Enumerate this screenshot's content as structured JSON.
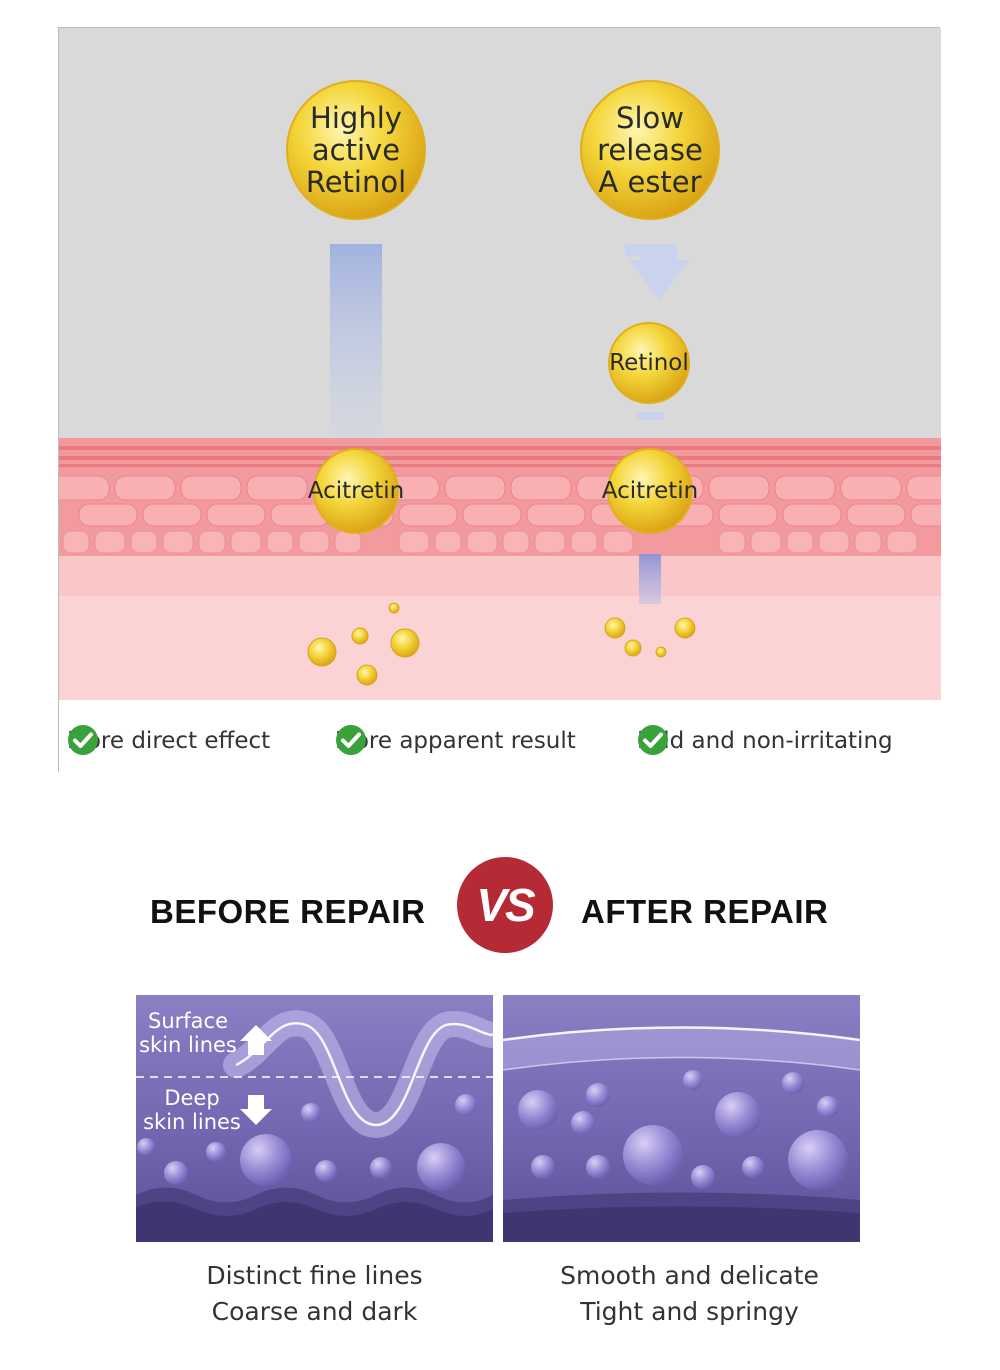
{
  "diagram": {
    "left_column": {
      "top_bubble": "Highly\nactive\nRetinol",
      "skin_bubble": "Acitretin"
    },
    "right_column": {
      "top_bubble": "Slow\nrelease\nA ester",
      "middle_bubble": "Retinol",
      "skin_bubble": "Acitretin"
    },
    "benefits": [
      "More direct effect",
      "More apparent result",
      "Mild and non-irritating"
    ]
  },
  "comparison": {
    "before_title": "BEFORE REPAIR",
    "vs_label": "VS",
    "after_title": "AFTER REPAIR",
    "before_labels": {
      "surface": "Surface\nskin lines",
      "deep": "Deep\nskin lines"
    },
    "before_caption": "Distinct fine lines\nCoarse and dark",
    "after_caption": "Smooth and delicate\nTight and springy"
  },
  "colors": {
    "bubble_gold": "#f2cf2a",
    "skin_pink": "#f7a1a4",
    "check_green": "#3aa23a",
    "vs_red": "#b52a35",
    "illus_purple": "#6e62a8"
  },
  "icons": [
    "check-icon",
    "arrow-up-icon",
    "arrow-down-icon"
  ]
}
